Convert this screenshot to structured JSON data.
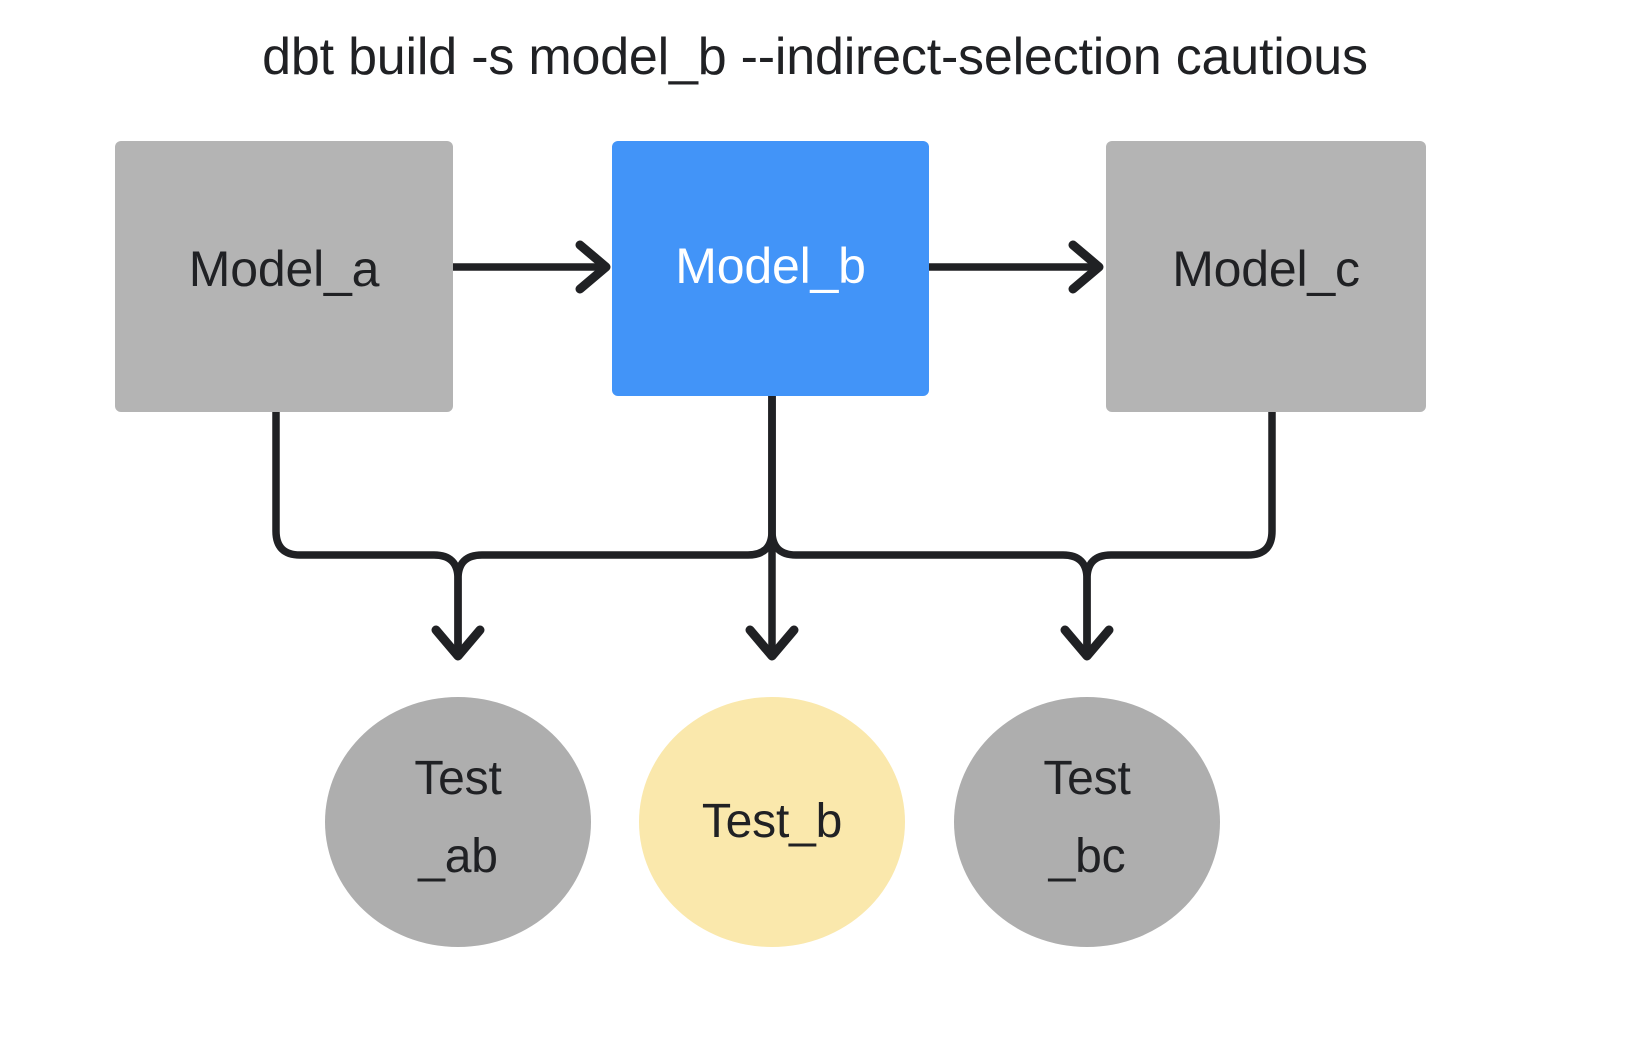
{
  "title": "dbt build -s model_b --indirect-selection cautious",
  "colors": {
    "background": "#ffffff",
    "node_gray": "#b4b4b4",
    "node_gray_circle": "#aeaeae",
    "selected_blue": "#4294f8",
    "selected_yellow": "#fae8ac",
    "edge_black": "#202124",
    "text_dark": "#202124",
    "text_light": "#ffffff"
  },
  "nodes": {
    "models": [
      {
        "id": "model_a",
        "label": "Model_a",
        "shape": "rectangle",
        "state": "unselected",
        "fill": "#b4b4b4",
        "text_color": "#202124"
      },
      {
        "id": "model_b",
        "label": "Model_b",
        "shape": "rectangle",
        "state": "selected",
        "fill": "#4294f8",
        "text_color": "#ffffff"
      },
      {
        "id": "model_c",
        "label": "Model_c",
        "shape": "rectangle",
        "state": "unselected",
        "fill": "#b4b4b4",
        "text_color": "#202124"
      }
    ],
    "tests": [
      {
        "id": "test_ab",
        "label_lines": [
          "Test",
          "_ab"
        ],
        "shape": "circle",
        "state": "unselected",
        "fill": "#aeaeae",
        "text_color": "#202124"
      },
      {
        "id": "test_b",
        "label_lines": [
          "Test_b"
        ],
        "shape": "circle",
        "state": "selected",
        "fill": "#fae8ac",
        "text_color": "#202124"
      },
      {
        "id": "test_bc",
        "label_lines": [
          "Test",
          "_bc"
        ],
        "shape": "circle",
        "state": "unselected",
        "fill": "#aeaeae",
        "text_color": "#202124"
      }
    ]
  },
  "edges": [
    {
      "id": "a-to-b",
      "from": "model_a",
      "to": "model_b",
      "style": "straight-horizontal",
      "arrow": "chevron-right"
    },
    {
      "id": "b-to-c",
      "from": "model_b",
      "to": "model_c",
      "style": "straight-horizontal",
      "arrow": "chevron-right"
    },
    {
      "id": "a-to-test-ab",
      "from": "model_a",
      "to": "test_ab",
      "style": "elbow",
      "arrow": "chevron-down"
    },
    {
      "id": "b-to-test-ab",
      "from": "model_b",
      "to": "test_ab",
      "style": "elbow",
      "arrow": "chevron-down"
    },
    {
      "id": "b-to-test-b",
      "from": "model_b",
      "to": "test_b",
      "style": "straight-vertical",
      "arrow": "chevron-down"
    },
    {
      "id": "b-to-test-bc",
      "from": "model_b",
      "to": "test_bc",
      "style": "elbow",
      "arrow": "chevron-down"
    },
    {
      "id": "c-to-test-bc",
      "from": "model_c",
      "to": "test_bc",
      "style": "elbow",
      "arrow": "chevron-down"
    }
  ]
}
